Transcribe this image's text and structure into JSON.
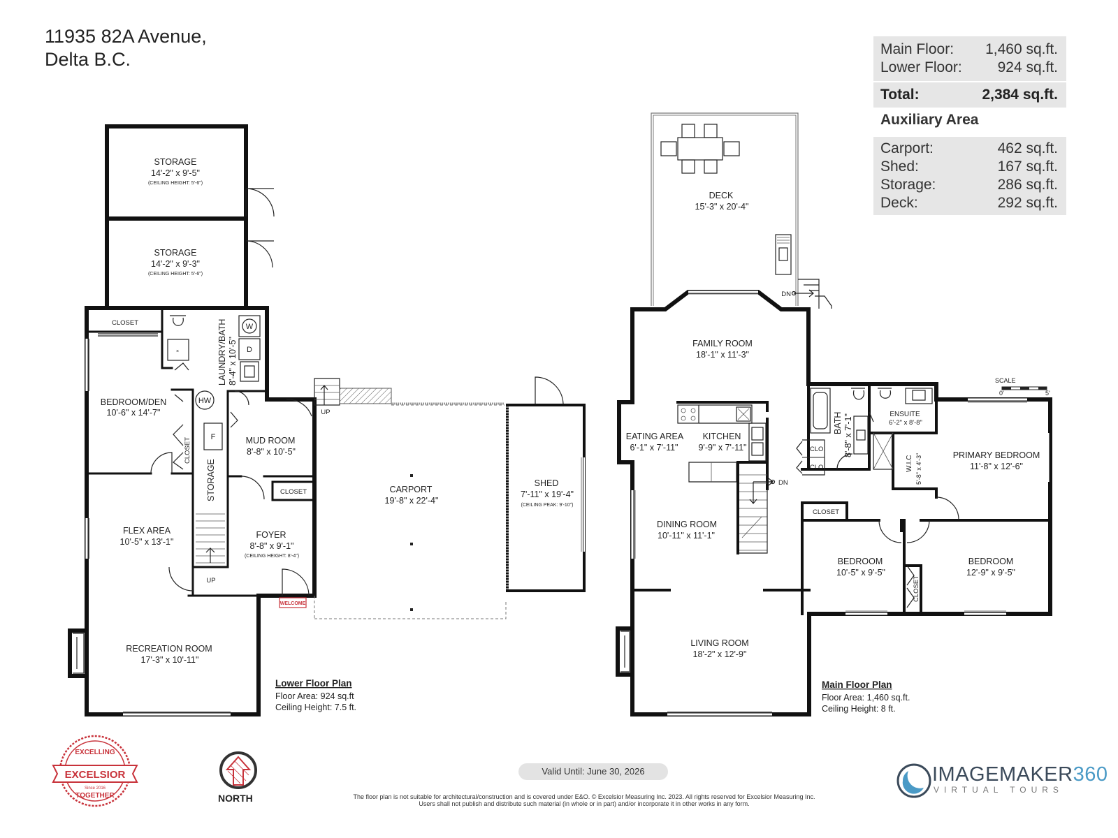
{
  "address": {
    "line1": "11935 82A Avenue,",
    "line2": "Delta B.C."
  },
  "area_summary": {
    "rows": [
      {
        "label": "Main Floor:",
        "value": "1,460 sq.ft."
      },
      {
        "label": "Lower Floor:",
        "value": "924 sq.ft."
      }
    ],
    "total": {
      "label": "Total:",
      "value": "2,384 sq.ft."
    }
  },
  "auxiliary": {
    "title": "Auxiliary Area",
    "rows": [
      {
        "label": "Carport:",
        "value": "462 sq.ft."
      },
      {
        "label": "Shed:",
        "value": "167 sq.ft."
      },
      {
        "label": "Storage:",
        "value": "286 sq.ft."
      },
      {
        "label": "Deck:",
        "value": "292 sq.ft."
      }
    ]
  },
  "lower_floor": {
    "title": "Lower Floor Plan",
    "floor_area": "Floor Area: 924 sq.ft",
    "ceiling": "Ceiling Height: 7.5 ft.",
    "rooms": {
      "storage1": {
        "name": "STORAGE",
        "dims": "14'-2\" x 9'-5\"",
        "note": "(CEILING HEIGHT: 5'-6\")"
      },
      "storage2": {
        "name": "STORAGE",
        "dims": "14'-2\" x 9'-3\"",
        "note": "(CEILING HEIGHT: 5'-6\")"
      },
      "closet1": {
        "name": "CLOSET"
      },
      "laundry": {
        "name": "LAUNDRY/BATH",
        "dims": "8'-4\" x 10'-5\""
      },
      "bedroom_den": {
        "name": "BEDROOM/DEN",
        "dims": "10'-6\" x 14'-7\""
      },
      "closet2": {
        "name": "CLOSET"
      },
      "hw": {
        "name": "HW"
      },
      "furnace": {
        "name": "F"
      },
      "storage3": {
        "name": "STORAGE"
      },
      "washer": {
        "name": "W"
      },
      "dryer": {
        "name": "D"
      },
      "mud_room": {
        "name": "MUD ROOM",
        "dims": "8'-8\" x 10'-5\""
      },
      "closet3": {
        "name": "CLOSET"
      },
      "flex_area": {
        "name": "FLEX AREA",
        "dims": "10'-5\" x 13'-1\""
      },
      "foyer": {
        "name": "FOYER",
        "dims": "8'-8\" x 9'-1\"",
        "note": "(CEILING HEIGHT: 8'-4\")"
      },
      "recreation": {
        "name": "RECREATION ROOM",
        "dims": "17'-3\" x 10'-11\""
      },
      "up1": {
        "name": "UP"
      },
      "up2": {
        "name": "UP"
      },
      "welcome": {
        "name": "WELCOME"
      }
    }
  },
  "auxiliary_structures": {
    "carport": {
      "name": "CARPORT",
      "dims": "19'-8\" x 22'-4\""
    },
    "shed": {
      "name": "SHED",
      "dims": "7'-11\" x 19'-4\"",
      "note": "(CEILING PEAK: 9'-10\")"
    },
    "deck": {
      "name": "DECK",
      "dims": "15'-3\" x 20'-4\""
    }
  },
  "main_floor": {
    "title": "Main Floor Plan",
    "floor_area": "Floor Area: 1,460 sq.ft.",
    "ceiling": "Ceiling Height: 8 ft.",
    "rooms": {
      "family": {
        "name": "FAMILY ROOM",
        "dims": "18'-1\" x 11'-3\""
      },
      "eating": {
        "name": "EATING AREA",
        "dims": "6'-1\" x 7'-11\""
      },
      "kitchen": {
        "name": "KITCHEN",
        "dims": "9'-9\" x 7'-11\""
      },
      "dining": {
        "name": "DINING ROOM",
        "dims": "10'-11\" x 11'-1\""
      },
      "living": {
        "name": "LIVING ROOM",
        "dims": "18'-2\" x 12'-9\""
      },
      "bath": {
        "name": "BATH",
        "dims": "8'-8\" x 7'-1\""
      },
      "ensuite": {
        "name": "ENSUITE",
        "dims": "6'-2\" x 8'-8\""
      },
      "wic": {
        "name": "W.I.C",
        "dims": "5'-8\" x 4'-3\""
      },
      "primary": {
        "name": "PRIMARY BEDROOM",
        "dims": "11'-8\" x 12'-6\""
      },
      "closet_a": {
        "name": "CLOSET"
      },
      "closet_b": {
        "name": "CLOSET"
      },
      "clo1": {
        "name": "CLO."
      },
      "clo2": {
        "name": "CLO."
      },
      "bedroom1": {
        "name": "BEDROOM",
        "dims": "10'-5\" x 9'-5\""
      },
      "bedroom2": {
        "name": "BEDROOM",
        "dims": "12'-9\" x 9'-5\""
      },
      "dn1": {
        "name": "DN"
      },
      "dn2": {
        "name": "DN"
      }
    }
  },
  "scale": {
    "label": "SCALE",
    "start": "0'",
    "end": "5'"
  },
  "north": {
    "label": "NORTH"
  },
  "valid_until": "Valid Until: June 30, 2026",
  "disclaimer": "The floor plan is not suitable for architectural/construction and is covered under E&O. © Excelsior Measuring Inc. 2023. All rights reserved for Excelsior Measuring Inc. Users shall not publish and distribute such material (in whole or in part) and/or incorporate it in other works in any form.",
  "excelsior_logo": {
    "top": "EXCELLING",
    "middle": "EXCELSIOR",
    "bottom": "TOGETHER",
    "since": "Since 2016"
  },
  "brand": {
    "name": "IMAGEMAKER",
    "number": "360",
    "tagline": "VIRTUAL TOURS"
  },
  "colors": {
    "logo_red": "#c8323a",
    "brand_blue": "#4a9ac6",
    "brand_dark": "#3b4a5a",
    "panel_gray": "#e6e6e6"
  }
}
